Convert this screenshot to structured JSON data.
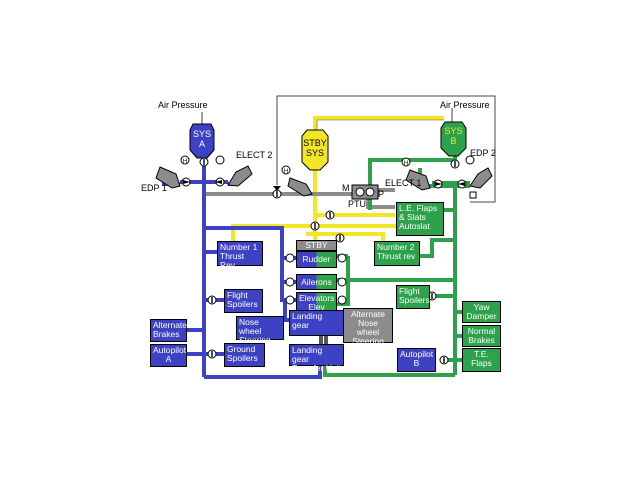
{
  "labels": {
    "air_pressure_left": "Air Pressure",
    "air_pressure_right": "Air Pressure",
    "elect2_left": "ELECT 2",
    "edp1": "EDP 1",
    "elect1": "ELECT 1",
    "edp2": "EDP 2",
    "m": "M",
    "p": "P",
    "ptu": "PTU"
  },
  "tanks": {
    "sys_a_line1": "SYS",
    "sys_a_line2": "A",
    "stby_line1": "STBY",
    "stby_line2": "SYS",
    "sys_b_line1": "SYS",
    "sys_b_line2": "B"
  },
  "components": {
    "le_flaps_line1": "L.E. Flaps",
    "le_flaps_line2": "& Slats",
    "le_flaps_line3": "Autoslat",
    "number1_line1": "Number 1",
    "number1_line2": "Thrust Rev",
    "stby_header": "STBY",
    "rudder": "Rudder",
    "ailerons": "Ailerons",
    "elevators_line1": "Elevators",
    "elevators_line2": "Elev Feel",
    "number2_line1": "Number 2",
    "number2_line2": "Thrust rev",
    "flight_spoilers_left_line1": "Flight",
    "flight_spoilers_left_line2": "Spoilers",
    "flight_spoilers_right_line1": "Flight",
    "flight_spoilers_right_line2": "Spoilers",
    "alternate_brakes_line1": "Alternate",
    "alternate_brakes_line2": "Brakes",
    "nose_wheel_line1": "Nose wheel",
    "nose_wheel_line2": "Steering",
    "landing_gear": "Landing gear",
    "alt_nose_line1": "Alternate",
    "alt_nose_line2": "Nose wheel",
    "alt_nose_line3": "Steering",
    "yaw_damper_line1": "Yaw",
    "yaw_damper_line2": "Damper",
    "normal_brakes_line1": "Normal",
    "normal_brakes_line2": "Brakes",
    "autopilot_a_line1": "Autopilot",
    "autopilot_a_line2": "A",
    "ground_spoilers_line1": "Ground",
    "ground_spoilers_line2": "Spoilers",
    "ltu_line1": "Landing gear",
    "ltu_line2": "Transfer Unit",
    "autopilot_b_line1": "Autopilot",
    "autopilot_b_line2": "B",
    "te_flaps_line1": "T.E.",
    "te_flaps_line2": "Flaps"
  },
  "colors": {
    "system_a": "#3d42c4",
    "system_b": "#2da24a",
    "standby": "#f2e626",
    "ptu_line": "#8c8c8c",
    "outline": "#000000"
  }
}
